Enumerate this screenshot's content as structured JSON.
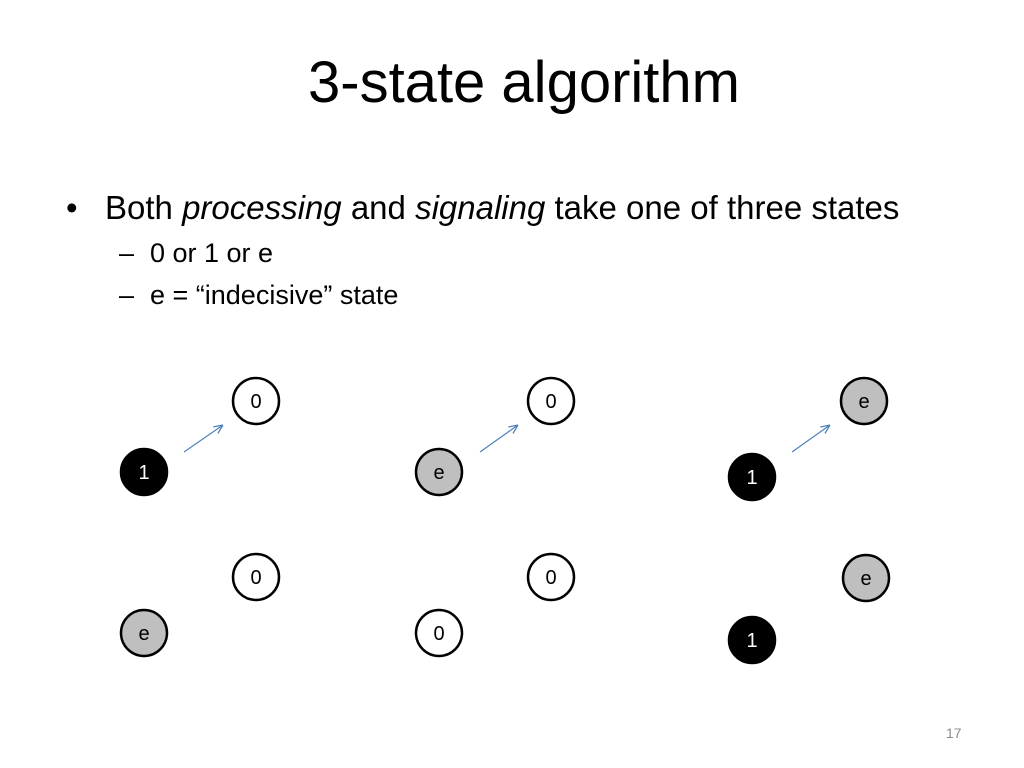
{
  "slide": {
    "title": "3-state algorithm",
    "bullet": {
      "marker": "•",
      "parts": [
        "Both",
        "processing",
        "and",
        "signaling",
        "take one of three states"
      ]
    },
    "sub_bullets": [
      {
        "marker": "–",
        "text": "0 or 1 or e"
      },
      {
        "marker": "–",
        "text": "e = “indecisive” state"
      }
    ],
    "page_number": "17"
  },
  "diagram": {
    "rows": [
      [
        {
          "upper": "0",
          "lower": "1"
        },
        {
          "upper": "0",
          "lower": "e"
        },
        {
          "upper": "e",
          "lower": "1"
        }
      ],
      [
        {
          "upper": "0",
          "lower": "e"
        },
        {
          "upper": "0",
          "lower": "0"
        },
        {
          "upper": "e",
          "lower": "1"
        }
      ]
    ]
  },
  "colors": {
    "background": "#ffffff",
    "text": "#000000",
    "node_1_fill": "#000000",
    "node_e_fill": "#bfbfbf",
    "node_0_fill": "#ffffff",
    "node_stroke": "#000000",
    "label_on_dark": "#ffffff",
    "label_on_light": "#000000",
    "arrow": "#4f81bd",
    "page_number": "#8c8c8c"
  }
}
